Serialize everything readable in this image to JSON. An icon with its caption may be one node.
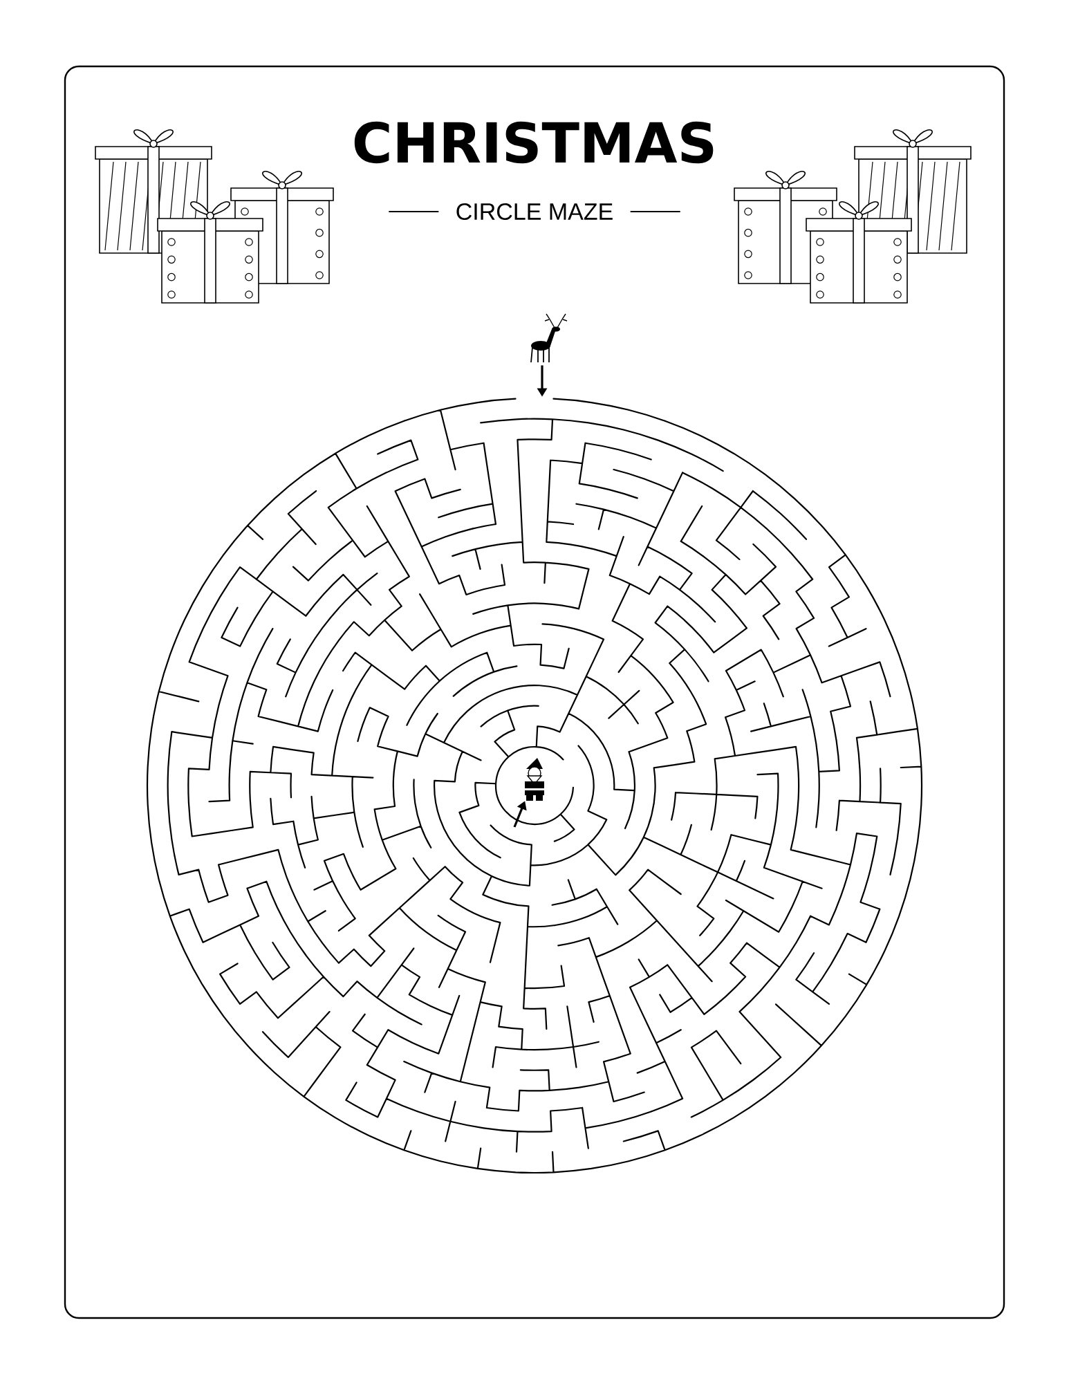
{
  "diagram": {
    "title": "CHRISTMAS",
    "nodes": [
      {
        "text": [],
        "shape": "picture"
      },
      {
        "text": [],
        "shape": "picture"
      },
      {
        "text": [],
        "shape": "picture",
        "in": 1
      }
    ],
    "edges": [
      {
        "from": 0,
        "to": 1,
        "arrow": "to"
      },
      {
        "from": null,
        "to": 2,
        "arrow": "to"
      }
    ],
    "labels": [
      "CIRCLE MAZE"
    ]
  }
}
